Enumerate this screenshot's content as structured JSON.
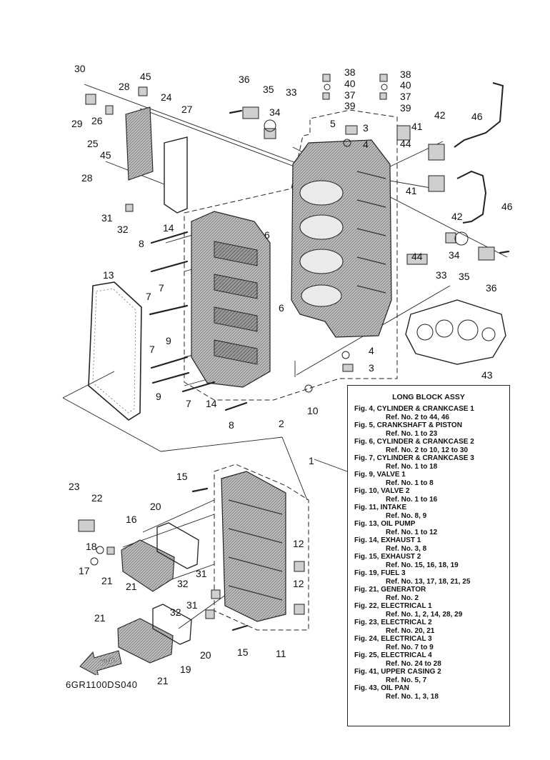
{
  "diagram": {
    "code": "6GR1100DS040",
    "fwd_label": "FWD",
    "callouts": [
      "30",
      "45",
      "28",
      "24",
      "29",
      "26",
      "25",
      "45",
      "27",
      "28",
      "31",
      "32",
      "36",
      "35",
      "33",
      "34",
      "38",
      "40",
      "37",
      "39",
      "38",
      "40",
      "37",
      "39",
      "5",
      "3",
      "4",
      "44",
      "42",
      "41",
      "46",
      "41",
      "46",
      "42",
      "34",
      "33",
      "35",
      "36",
      "44",
      "6",
      "14",
      "8",
      "7",
      "7",
      "9",
      "13",
      "6",
      "4",
      "3",
      "7",
      "9",
      "7",
      "14",
      "8",
      "2",
      "10",
      "43",
      "1",
      "15",
      "23",
      "22",
      "16",
      "20",
      "18",
      "17",
      "21",
      "21",
      "12",
      "31",
      "32",
      "31",
      "32",
      "12",
      "21",
      "20",
      "19",
      "21",
      "15",
      "11"
    ]
  },
  "legend": {
    "title": "LONG BLOCK ASSY",
    "rows": [
      {
        "fig": "Fig. 4, CYLINDER & CRANKCASE 1",
        "ref": "Ref. No. 2 to 44, 46"
      },
      {
        "fig": "Fig. 5, CRANKSHAFT & PISTON",
        "ref": "Ref. No. 1 to 23"
      },
      {
        "fig": "Fig. 6, CYLINDER & CRANKCASE 2",
        "ref": "Ref. No. 2 to 10, 12 to 30"
      },
      {
        "fig": "Fig. 7, CYLINDER & CRANKCASE 3",
        "ref": "Ref. No. 1 to 18"
      },
      {
        "fig": "Fig. 9, VALVE 1",
        "ref": "Ref. No. 1 to 8"
      },
      {
        "fig": "Fig. 10, VALVE 2",
        "ref": "Ref. No. 1 to 16"
      },
      {
        "fig": "Fig. 11, INTAKE",
        "ref": "Ref. No. 8, 9"
      },
      {
        "fig": "Fig. 13, OIL PUMP",
        "ref": "Ref. No. 1 to 12"
      },
      {
        "fig": "Fig. 14, EXHAUST 1",
        "ref": "Ref. No. 3, 8"
      },
      {
        "fig": "Fig. 15, EXHAUST 2",
        "ref": "Ref. No. 15, 16, 18, 19"
      },
      {
        "fig": "Fig. 19, FUEL 3",
        "ref": "Ref. No. 13, 17, 18, 21, 25"
      },
      {
        "fig": "Fig. 21, GENERATOR",
        "ref": "Ref. No. 2"
      },
      {
        "fig": "Fig. 22, ELECTRICAL 1",
        "ref": "Ref. No. 1, 2, 14, 28, 29"
      },
      {
        "fig": "Fig. 23, ELECTRICAL 2",
        "ref": "Ref. No. 20, 21"
      },
      {
        "fig": "Fig. 24, ELECTRICAL 3",
        "ref": "Ref. No. 7 to 9"
      },
      {
        "fig": "Fig. 25, ELECTRICAL 4",
        "ref": "Ref. No. 24 to 28"
      },
      {
        "fig": "Fig. 41, UPPER CASING 2",
        "ref": "Ref. No. 5, 7"
      },
      {
        "fig": "Fig. 43, OIL PAN",
        "ref": "Ref. No. 1, 3, 18"
      }
    ]
  }
}
